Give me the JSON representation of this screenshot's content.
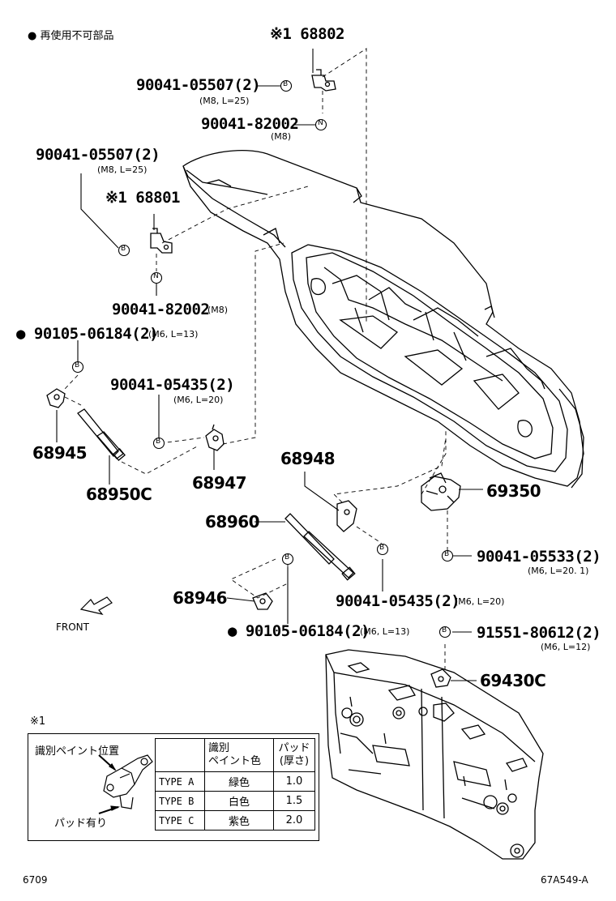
{
  "legend_note": "● 再使用不可部品",
  "parts": {
    "hinge_rh": "※1 68802",
    "bolt_rh": "90041-05507(2)",
    "bolt_rh_spec": "(M8, L=25)",
    "nut_rh": "90041-82002",
    "nut_rh_spec": "(M8)",
    "bolt_lh": "90041-05507(2)",
    "bolt_lh_spec": "(M8, L=25)",
    "hinge_lh": "※1 68801",
    "nut_lh": "90041-82002",
    "nut_lh_spec": "(M8)",
    "stud_upper": "● 90105-06184(2)",
    "stud_upper_spec": "(M6, L=13)",
    "bolt_bracket_l": "90041-05435(2)",
    "bolt_bracket_l_spec": "(M6, L=20)",
    "bracket_68945": "68945",
    "stay_68950c": "68950C",
    "bracket_68947": "68947",
    "bracket_68948": "68948",
    "stay_68960": "68960",
    "lock_69350": "69350",
    "bolt_lock": "90041-05533(2)",
    "bolt_lock_spec": "(M6, L=20. 1)",
    "bracket_68946": "68946",
    "bolt_bracket_r": "90041-05435(2)",
    "bolt_bracket_r_spec": "(M6, L=20)",
    "stud_lower": "● 90105-06184(2)",
    "stud_lower_spec": "(M6, L=13)",
    "bolt_striker": "91551-80612(2)",
    "bolt_striker_spec": "(M6, L=12)",
    "striker": "69430C",
    "front": "FRONT"
  },
  "callout_letters": {
    "bolt": "B",
    "nut": "N"
  },
  "legend": {
    "marker": "※1",
    "paint_position": "識別ペイント位置",
    "pad_present": "パッド有り",
    "headers": [
      "",
      "識別\nペイント色",
      "パッド\n(厚さ)"
    ],
    "rows": [
      [
        "TYPE A",
        "緑色",
        "1.0"
      ],
      [
        "TYPE B",
        "白色",
        "1.5"
      ],
      [
        "TYPE C",
        "紫色",
        "2.0"
      ]
    ]
  },
  "footer": {
    "left": "6709",
    "right": "67A549-A"
  }
}
